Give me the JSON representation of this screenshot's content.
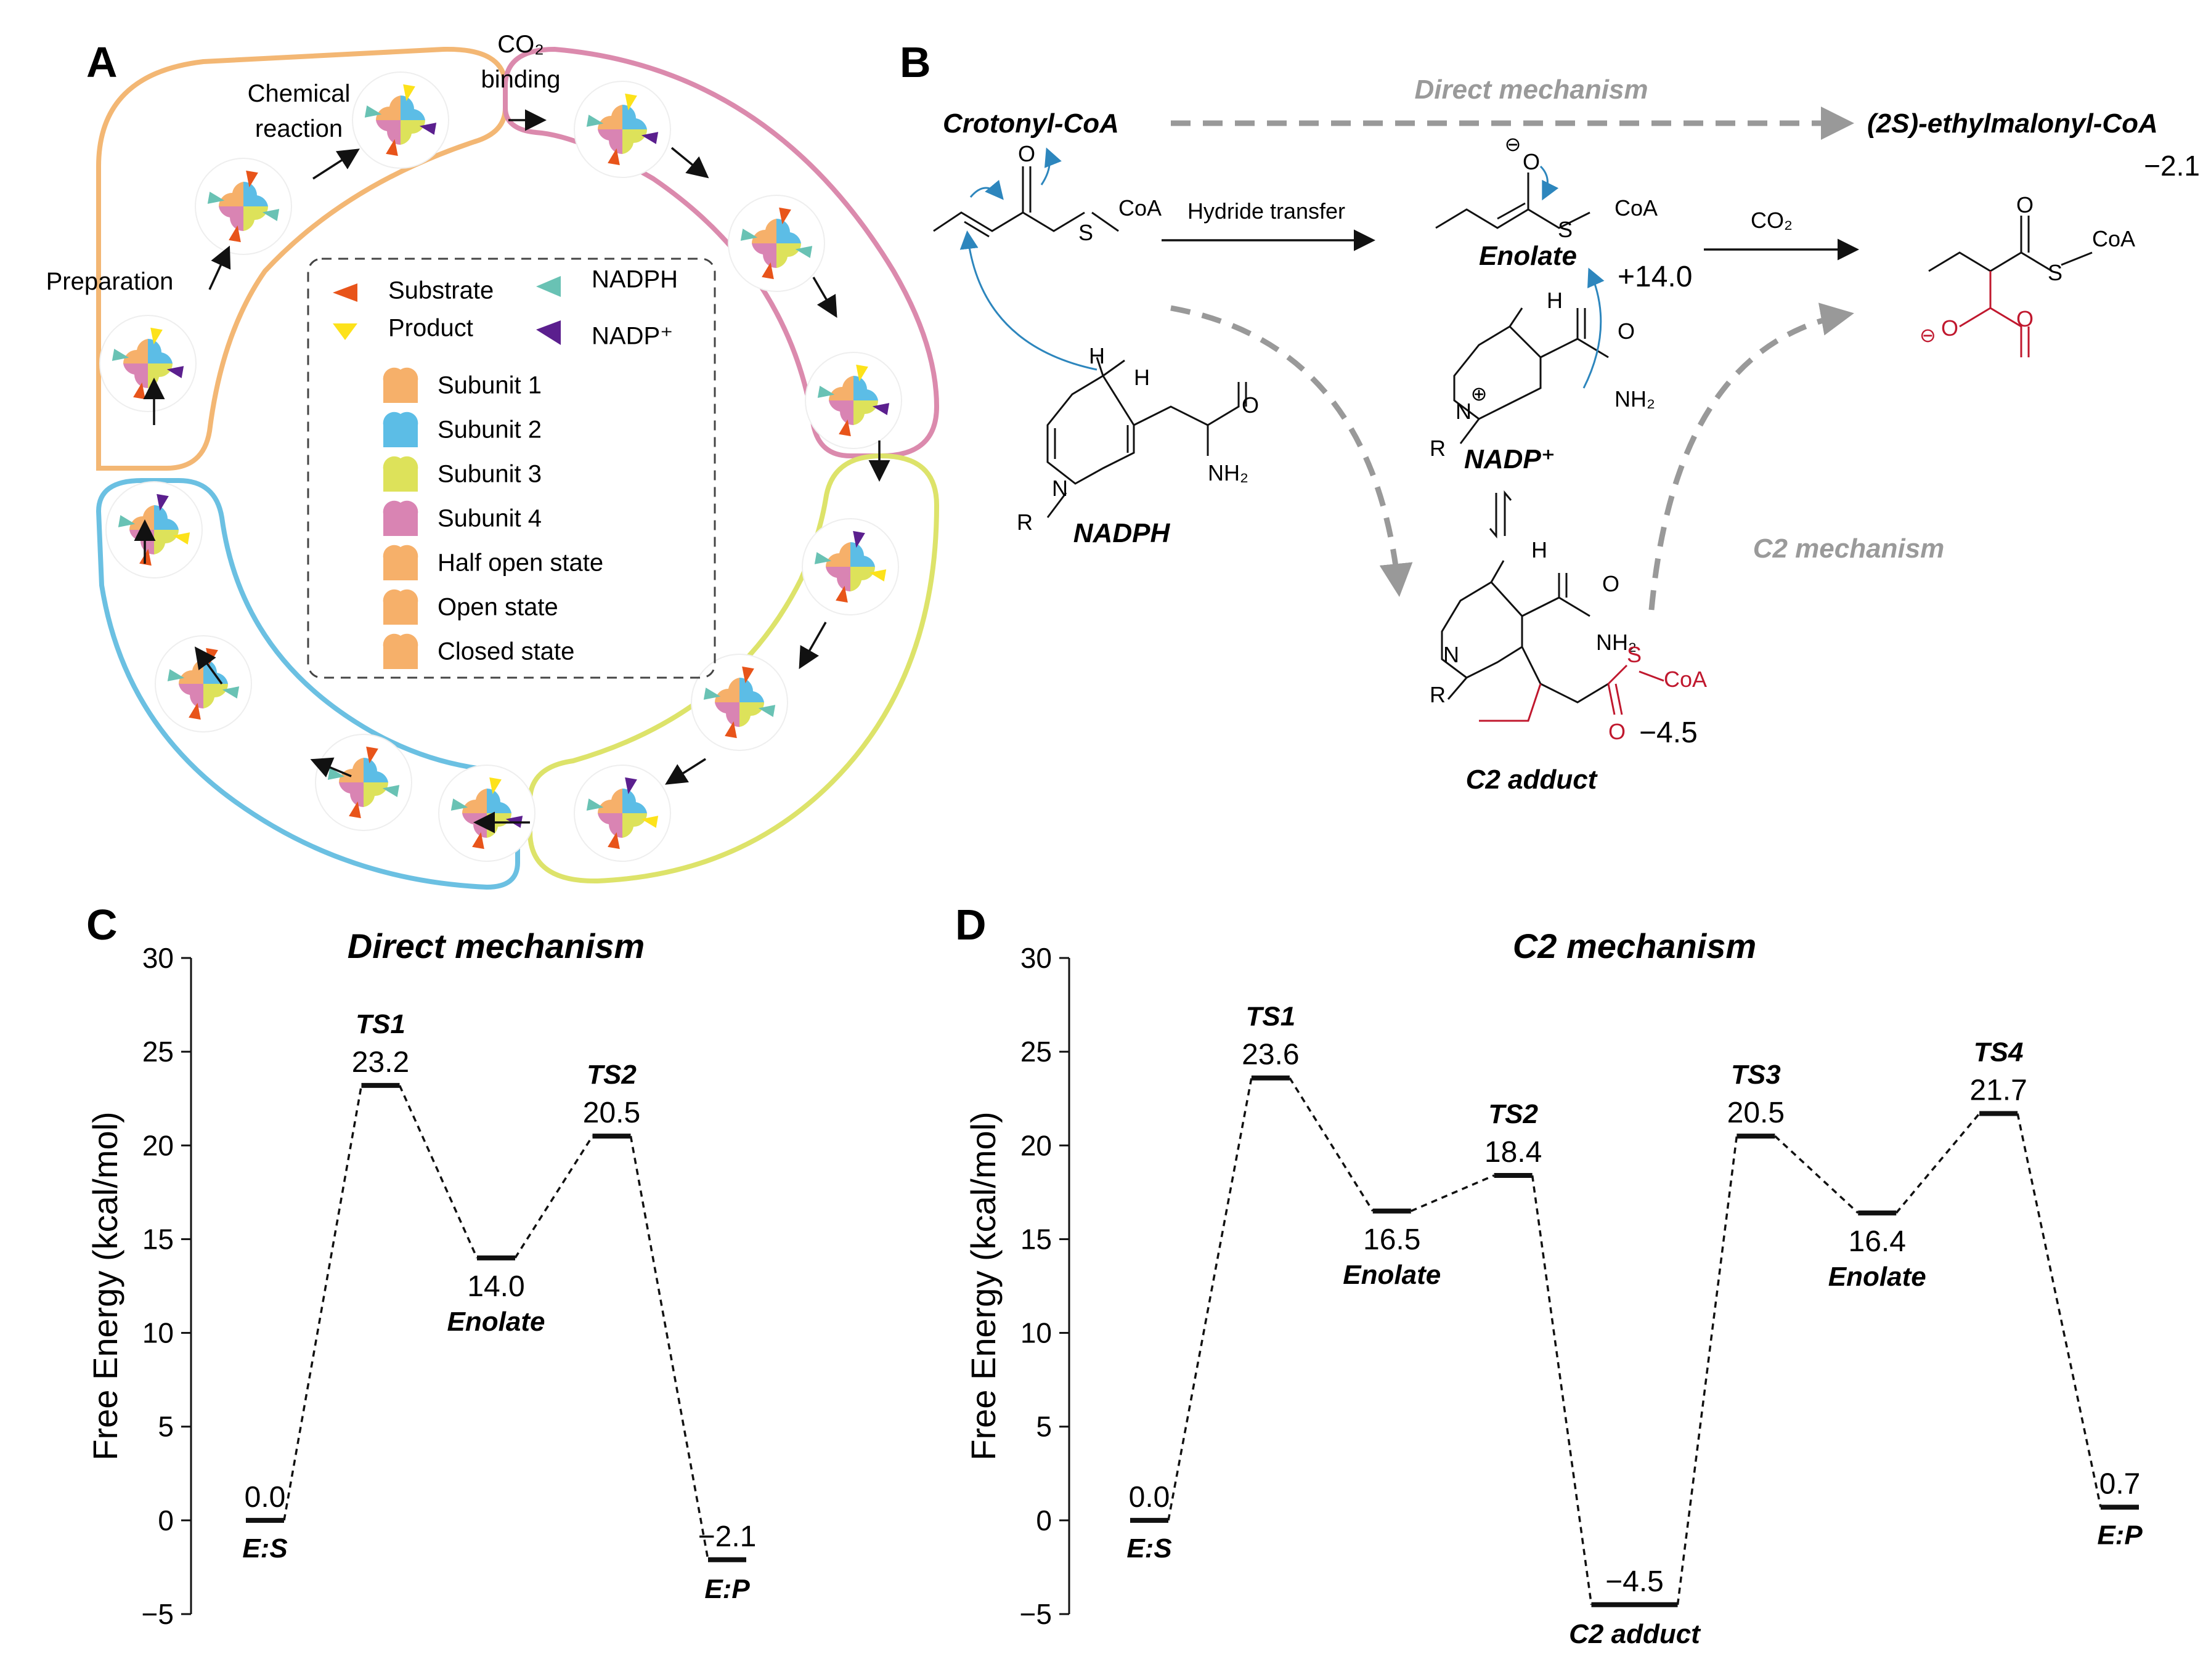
{
  "panels": {
    "A": {
      "label": "A",
      "stages": [
        "CO₂",
        "binding",
        "Chemical",
        "reaction",
        "Preparation"
      ],
      "legend": {
        "substrate": "Substrate",
        "nadph": "NADPH",
        "product": "Product",
        "nadp": "NADP⁺",
        "subunit1": "Subunit 1",
        "subunit2": "Subunit 2",
        "subunit3": "Subunit 3",
        "subunit4": "Subunit 4",
        "half_open": "Half open state",
        "open": "Open state",
        "closed": "Closed state"
      },
      "colors": {
        "substrate": "#e8541a",
        "product": "#fde21a",
        "nadph": "#69c2b4",
        "nadp": "#5b1f8e",
        "subunit1": "#f6b06a",
        "subunit2": "#5cbde6",
        "subunit3": "#dde25a",
        "subunit4": "#d984b3",
        "ring_orange": "#f3b774",
        "ring_pink": "#db8aad",
        "ring_yellow": "#dde36a",
        "ring_blue": "#6bc0e2"
      }
    },
    "B": {
      "label": "B",
      "crotonyl": "Crotonyl-CoA",
      "direct": "Direct mechanism",
      "ethylmalonyl": "(2S)-ethylmalonyl-CoA",
      "ethylmalonyl_energy": "−2.1",
      "hydride": "Hydride transfer",
      "enolate": "Enolate",
      "enolate_energy": "+14.0",
      "co2": "CO₂",
      "nadph": "NADPH",
      "nadp": "NADP⁺",
      "c2mech": "C2 mechanism",
      "c2adduct": "C2 adduct",
      "c2_energy": "−4.5",
      "atoms": {
        "o": "O",
        "s": "S",
        "coa": "CoA",
        "h": "H",
        "n": "N",
        "r": "R",
        "nh2": "NH₂",
        "minus": "⊖",
        "plus": "⊕"
      }
    },
    "C": {
      "label": "C"
    },
    "D": {
      "label": "D"
    }
  },
  "chart_data": [
    {
      "type": "line",
      "title": "Direct mechanism",
      "ylabel": "Free Energy (kcal/mol)",
      "ylim": [
        -5,
        30
      ],
      "yticks": [
        30,
        25,
        20,
        15,
        10,
        5,
        0,
        -5
      ],
      "series": [
        {
          "values": [
            0.0,
            23.2,
            14.0,
            20.5,
            -2.1
          ]
        }
      ],
      "points": [
        {
          "name": "E:S",
          "value": 0.0,
          "value_label": "0.0",
          "pos": "above"
        },
        {
          "name": "TS1",
          "value": 23.2,
          "value_label": "23.2",
          "pos": "above"
        },
        {
          "name": "Enolate",
          "value": 14.0,
          "value_label": "14.0",
          "pos": "below"
        },
        {
          "name": "TS2",
          "value": 20.5,
          "value_label": "20.5",
          "pos": "above"
        },
        {
          "name": "E:P",
          "value": -2.1,
          "value_label": "−2.1",
          "pos": "both"
        }
      ]
    },
    {
      "type": "line",
      "title": "C2 mechanism",
      "ylabel": "Free Energy (kcal/mol)",
      "ylim": [
        -5,
        30
      ],
      "yticks": [
        30,
        25,
        20,
        15,
        10,
        5,
        0,
        -5
      ],
      "series": [
        {
          "values": [
            0.0,
            23.6,
            16.5,
            18.4,
            -4.5,
            20.5,
            16.4,
            21.7,
            0.7
          ]
        }
      ],
      "points": [
        {
          "name": "E:S",
          "value": 0.0,
          "value_label": "0.0",
          "pos": "above"
        },
        {
          "name": "TS1",
          "value": 23.6,
          "value_label": "23.6",
          "pos": "above"
        },
        {
          "name": "Enolate",
          "value": 16.5,
          "value_label": "16.5",
          "pos": "below"
        },
        {
          "name": "TS2",
          "value": 18.4,
          "value_label": "18.4",
          "pos": "above"
        },
        {
          "name": "C2 adduct",
          "value": -4.5,
          "value_label": "−4.5",
          "pos": "both"
        },
        {
          "name": "TS3",
          "value": 20.5,
          "value_label": "20.5",
          "pos": "above"
        },
        {
          "name": "Enolate",
          "value": 16.4,
          "value_label": "16.4",
          "pos": "below"
        },
        {
          "name": "TS4",
          "value": 21.7,
          "value_label": "21.7",
          "pos": "above"
        },
        {
          "name": "E:P",
          "value": 0.7,
          "value_label": "0.7",
          "pos": "above"
        }
      ]
    }
  ]
}
